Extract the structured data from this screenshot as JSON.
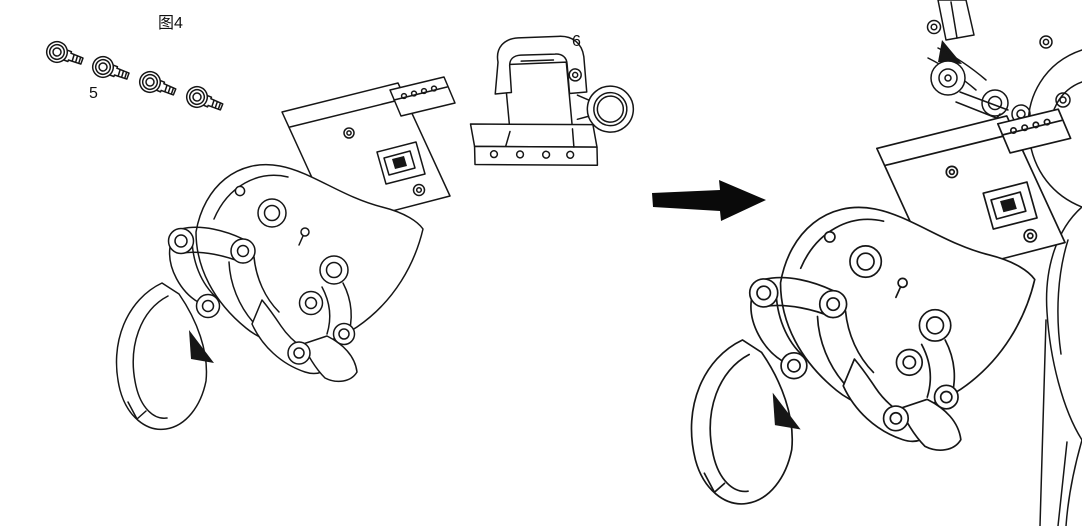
{
  "figure": {
    "title": "图4",
    "callouts": [
      {
        "label": "5",
        "part": "socket-head-screws",
        "count": 4
      },
      {
        "label": "6",
        "part": "mounting-bracket"
      }
    ],
    "colors": {
      "line": "#161616",
      "background": "#ffffff",
      "arrow": "#0a0a0a"
    }
  }
}
